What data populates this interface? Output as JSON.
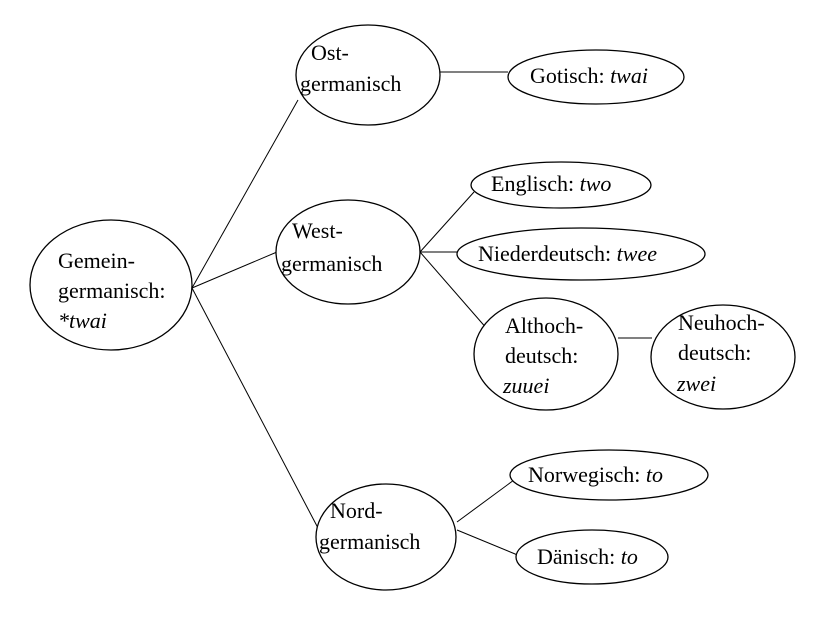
{
  "nodes": {
    "gemein": {
      "line1": "Gemein-",
      "line2": "germanisch:",
      "word": "*twai"
    },
    "ost": {
      "line1": "Ost-",
      "line2": "germanisch"
    },
    "gotisch": {
      "label": "Gotisch: ",
      "word": "twai"
    },
    "west": {
      "line1": "West-",
      "line2": "germanisch"
    },
    "englisch": {
      "label": "Englisch: ",
      "word": "two"
    },
    "niederdeutsch": {
      "label": "Niederdeutsch: ",
      "word": "twee"
    },
    "althochdeutsch": {
      "line1": "Althoch-",
      "line2": "deutsch:",
      "word": "zuuei"
    },
    "neuhochdeutsch": {
      "line1": "Neuhoch-",
      "line2": "deutsch:",
      "word": "zwei"
    },
    "nord": {
      "line1": "Nord-",
      "line2": "germanisch"
    },
    "norwegisch": {
      "label": "Norwegisch: ",
      "word": "to"
    },
    "daenisch": {
      "label": "Dänisch: ",
      "word": "to"
    }
  }
}
